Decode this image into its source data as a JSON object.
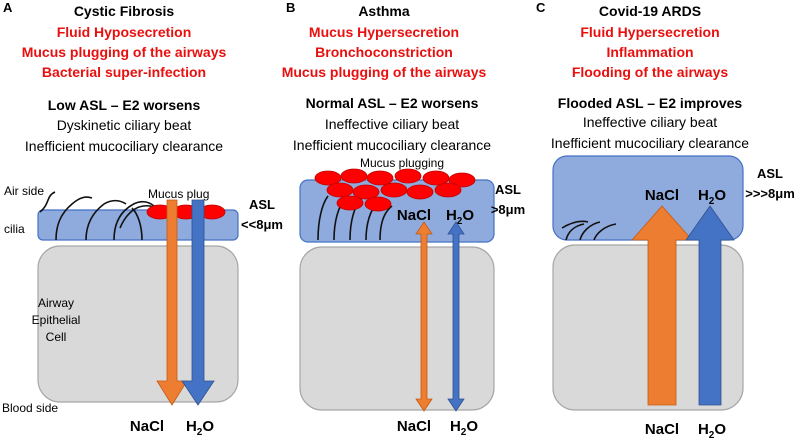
{
  "colors": {
    "red_text": "#e8100f",
    "asl_fill": "#8faadc",
    "asl_stroke": "#4472c4",
    "cell_fill": "#d9d9d9",
    "cell_stroke": "#a6a6a6",
    "mucus": "#ff0000",
    "nacl_arrow": "#ed7d31",
    "h2o_arrow": "#4472c4"
  },
  "panels": [
    {
      "letter": "A",
      "title": "Cystic Fibrosis",
      "red_lines": [
        "Fluid Hyposecretion",
        "Mucus plugging of the airways",
        "Bacterial super-infection"
      ],
      "asl_heading": "Low ASL – E2 worsens",
      "desc_lines": [
        "Dyskinetic ciliary beat",
        "Inefficient mucociliary clearance"
      ],
      "labels": {
        "air_side": "Air side",
        "cilia": "cilia",
        "mucus_plug": "Mucus plug",
        "cell": [
          "Airway",
          "Epithelial",
          "Cell"
        ],
        "blood_side": "Blood side",
        "asl": "ASL",
        "asl_value": "<<8μm",
        "nacl": "NaCl",
        "h2o": "H",
        "h2o_sub": "2",
        "h2o_tail": "O"
      }
    },
    {
      "letter": "B",
      "title": "Asthma",
      "red_lines": [
        "Mucus Hypersecretion",
        "Bronchoconstriction",
        "Mucus plugging of the airways"
      ],
      "asl_heading": "Normal ASL – E2 worsens",
      "desc_lines": [
        "Ineffective ciliary beat",
        "Inefficient mucociliary clearance"
      ],
      "labels": {
        "mucus_plugging": "Mucus plugging",
        "asl": "ASL",
        "asl_value": ">8μm",
        "nacl": "NaCl",
        "h2o": "H",
        "h2o_sub": "2",
        "h2o_tail": "O"
      }
    },
    {
      "letter": "C",
      "title": "Covid-19 ARDS",
      "red_lines": [
        "Fluid Hypersecretion",
        "Inflammation",
        "Flooding of the airways"
      ],
      "asl_heading": "Flooded ASL – E2 improves",
      "desc_lines": [
        "Ineffective ciliary beat",
        "Inefficient mucociliary clearance"
      ],
      "labels": {
        "asl": "ASL",
        "asl_value": ">>>8μm",
        "nacl": "NaCl",
        "h2o": "H",
        "h2o_sub": "2",
        "h2o_tail": "O"
      }
    }
  ]
}
